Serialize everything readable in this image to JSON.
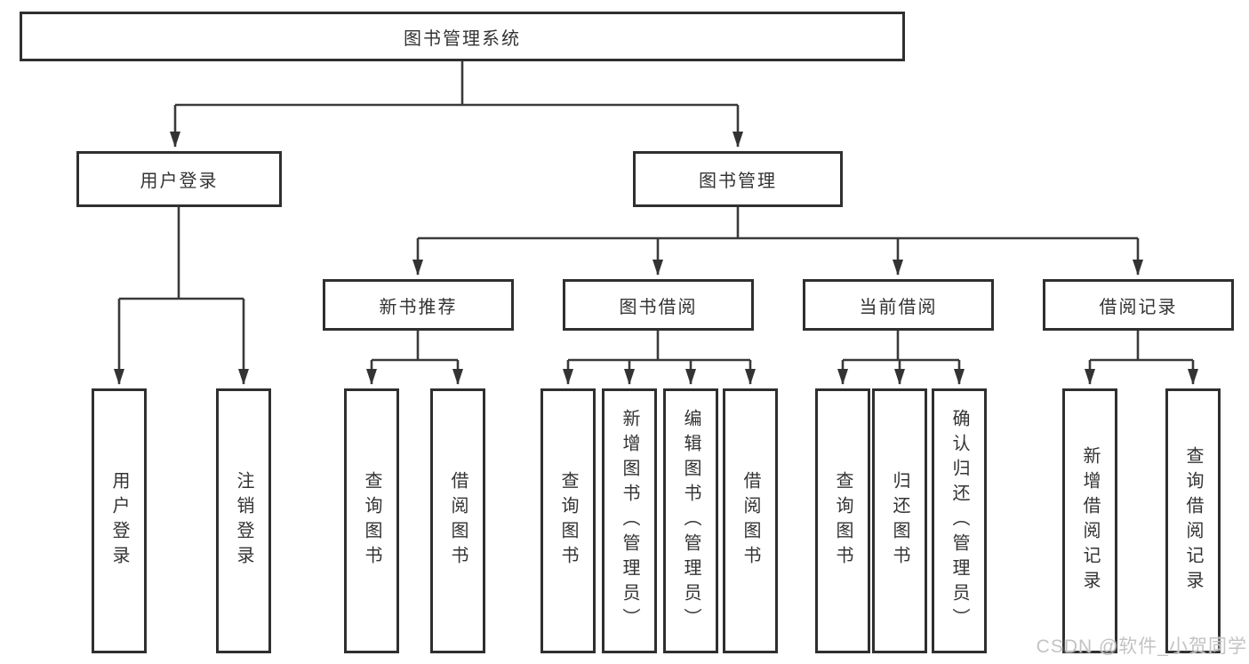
{
  "diagram_title": "图书管理系统",
  "tree": {
    "label": "图书管理系统",
    "children": [
      {
        "label": "用户登录",
        "children": [
          {
            "label": "用户登录"
          },
          {
            "label": "注销登录"
          }
        ]
      },
      {
        "label": "图书管理",
        "children": [
          {
            "label": "新书推荐",
            "children": [
              {
                "label": "查询图书"
              },
              {
                "label": "借阅图书"
              }
            ]
          },
          {
            "label": "图书借阅",
            "children": [
              {
                "label": "查询图书"
              },
              {
                "label": "新增图书（管理员）"
              },
              {
                "label": "编辑图书（管理员）"
              },
              {
                "label": "借阅图书"
              }
            ]
          },
          {
            "label": "当前借阅",
            "children": [
              {
                "label": "查询图书"
              },
              {
                "label": "归还图书"
              },
              {
                "label": "确认归还（管理员）"
              }
            ]
          },
          {
            "label": "借阅记录",
            "children": [
              {
                "label": "新增借阅记录"
              },
              {
                "label": "查询借阅记录"
              }
            ]
          }
        ]
      }
    ]
  },
  "watermark": "CSDN @软件_小贺同学",
  "colors": {
    "background": "#ffffff",
    "box_border": "#2f2f2f",
    "line": "#3a3a3a",
    "text": "#333333",
    "watermark": "#c3c3c3"
  }
}
